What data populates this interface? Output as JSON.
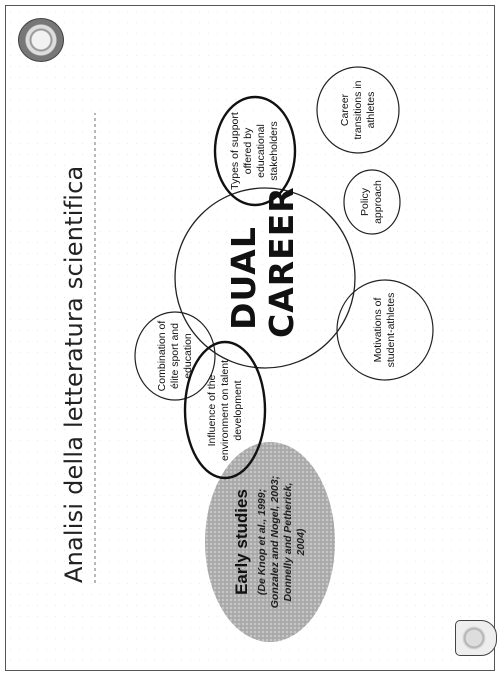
{
  "slide": {
    "title": "Analisi della letteratura scientifica"
  },
  "early": {
    "title": "Early studies",
    "citation": "(De Knop et al., 1999; Gonzalez and Nogel, 2003; Donnelly and Petherick, 2004)"
  },
  "diagram": {
    "center": {
      "line1": "DUAL",
      "line2": "CAREER"
    },
    "nodes": [
      {
        "label": "Influence of the environment on talent development"
      },
      {
        "label": "Combination of élite sport and education"
      },
      {
        "label": "Types of support offered by educational stakeholders"
      },
      {
        "label": "Career transitions in athletes"
      },
      {
        "label": "Policy approach"
      },
      {
        "label": "Motivations of student-athletes"
      }
    ]
  },
  "icons": {
    "left_logo": "university-shield-icon",
    "right_logo": "university-seal-icon"
  }
}
